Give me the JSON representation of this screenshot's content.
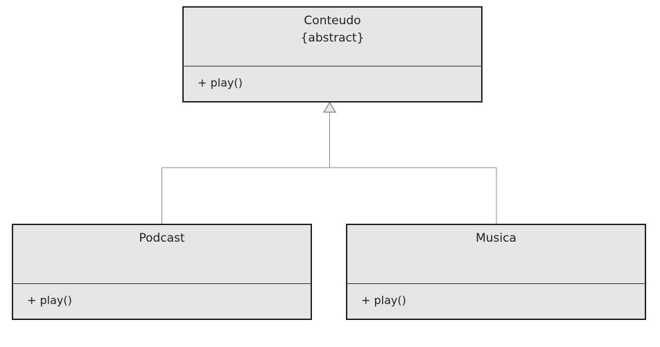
{
  "diagram": {
    "classes": [
      {
        "id": "conteudo",
        "name": "Conteudo",
        "stereotype": "{abstract}",
        "methods": [
          "+ play()"
        ]
      },
      {
        "id": "podcast",
        "name": "Podcast",
        "methods": [
          "+ play()"
        ]
      },
      {
        "id": "musica",
        "name": "Musica",
        "methods": [
          "+ play()"
        ]
      }
    ],
    "relationships": [
      {
        "type": "generalization",
        "from": "Podcast",
        "to": "Conteudo"
      },
      {
        "type": "generalization",
        "from": "Musica",
        "to": "Conteudo"
      }
    ]
  },
  "colors": {
    "class_fill": "#e6e6e6",
    "class_border": "#222222",
    "connector": "#888888"
  }
}
